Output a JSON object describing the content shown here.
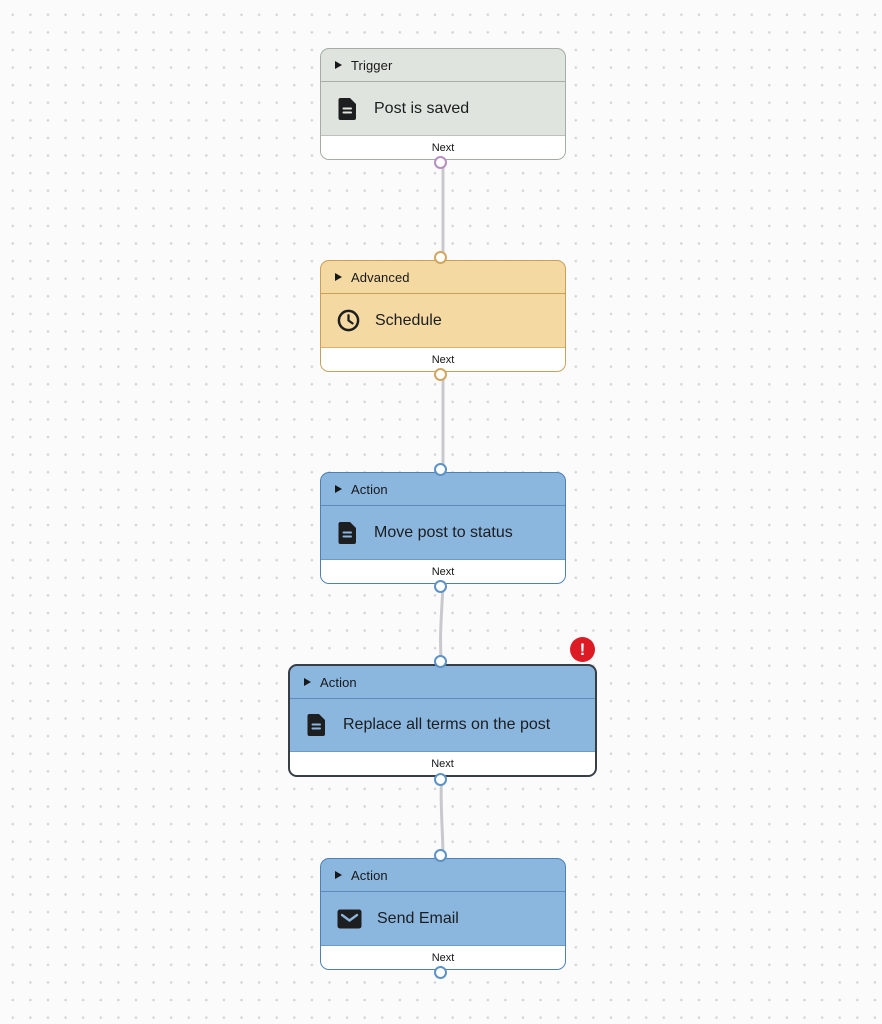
{
  "canvas": {
    "background_color": "#fbfbfc",
    "dot_color": "#d5d5d9",
    "edge_color": "#c9c9cd"
  },
  "error_badge": {
    "glyph": "!",
    "color": "#dc1b24"
  },
  "colors": {
    "trigger_fill": "#dfe5de",
    "trigger_border": "#a3ada3",
    "trigger_port": "#b58fbd",
    "advanced_fill": "#f5d9a2",
    "advanced_border": "#c9a058",
    "advanced_port": "#d1a660",
    "action_fill": "#8bb6de",
    "action_border": "#4d81b4",
    "action_port": "#5d92c6",
    "selected_border": "#383e46"
  },
  "nodes": [
    {
      "category": "Trigger",
      "title": "Post is saved",
      "icon": "document-icon",
      "footer_label": "Next",
      "selected": false,
      "has_error": false,
      "has_input_port": false,
      "has_output_port": true
    },
    {
      "category": "Advanced",
      "title": "Schedule",
      "icon": "clock-icon",
      "footer_label": "Next",
      "selected": false,
      "has_error": false,
      "has_input_port": true,
      "has_output_port": true
    },
    {
      "category": "Action",
      "title": "Move post to status",
      "icon": "document-icon",
      "footer_label": "Next",
      "selected": false,
      "has_error": false,
      "has_input_port": true,
      "has_output_port": true
    },
    {
      "category": "Action",
      "title": "Replace all terms on the post",
      "icon": "document-icon",
      "footer_label": "Next",
      "selected": true,
      "has_error": true,
      "has_input_port": true,
      "has_output_port": true
    },
    {
      "category": "Action",
      "title": "Send Email",
      "icon": "mail-icon",
      "footer_label": "Next",
      "selected": false,
      "has_error": false,
      "has_input_port": true,
      "has_output_port": true
    }
  ]
}
